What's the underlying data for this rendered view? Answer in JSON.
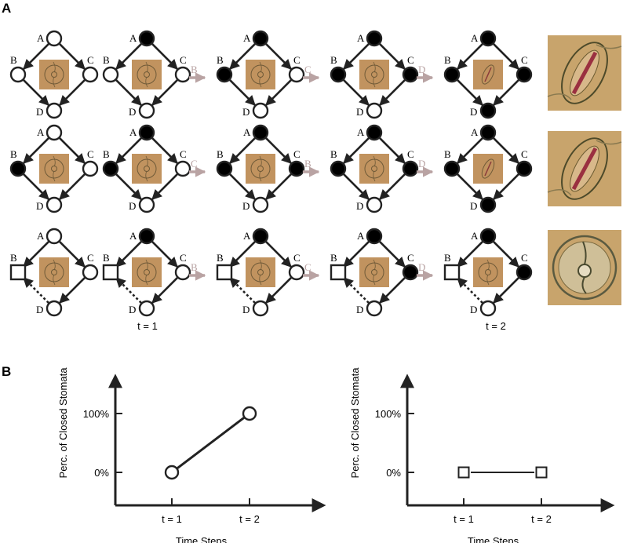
{
  "panels": {
    "a_label": "A",
    "b_label": "B"
  },
  "node_names": [
    "A",
    "B",
    "C",
    "D"
  ],
  "colors": {
    "line": "#222222",
    "arrow_transition": "#b9a3a3",
    "stoma_tile": "#c1935f",
    "stoma_dark": "#6f5a38",
    "photo_bg": "#c8a46c"
  },
  "rows": [
    {
      "b_node_shape": "circle",
      "dashed_b_edges": false,
      "final_stoma": "closed",
      "states": [
        {
          "A": "open",
          "B": "open",
          "C": "open",
          "D": "open"
        },
        {
          "A": "closed",
          "B": "open",
          "C": "open",
          "D": "open"
        },
        {
          "A": "closed",
          "B": "closed",
          "C": "open",
          "D": "open"
        },
        {
          "A": "closed",
          "B": "closed",
          "C": "closed",
          "D": "open"
        },
        {
          "A": "closed",
          "B": "closed",
          "C": "closed",
          "D": "closed"
        }
      ],
      "transitions": [
        "B",
        "C",
        "D"
      ]
    },
    {
      "b_node_shape": "circle",
      "dashed_b_edges": false,
      "final_stoma": "closed",
      "states": [
        {
          "A": "open",
          "B": "closed",
          "C": "open",
          "D": "open"
        },
        {
          "A": "closed",
          "B": "closed",
          "C": "open",
          "D": "open"
        },
        {
          "A": "closed",
          "B": "closed",
          "C": "closed",
          "D": "open"
        },
        {
          "A": "closed",
          "B": "closed",
          "C": "closed",
          "D": "open"
        },
        {
          "A": "closed",
          "B": "closed",
          "C": "closed",
          "D": "closed"
        }
      ],
      "transitions": [
        "C",
        "B",
        "D"
      ]
    },
    {
      "b_node_shape": "square",
      "dashed_b_edges": true,
      "final_stoma": "open",
      "states": [
        {
          "A": "open",
          "B": "open",
          "C": "open",
          "D": "open"
        },
        {
          "A": "closed",
          "B": "open",
          "C": "open",
          "D": "open"
        },
        {
          "A": "closed",
          "B": "open",
          "C": "open",
          "D": "open"
        },
        {
          "A": "closed",
          "B": "open",
          "C": "closed",
          "D": "open"
        },
        {
          "A": "closed",
          "B": "open",
          "C": "closed",
          "D": "open"
        }
      ],
      "transitions": [
        "B",
        "C",
        "D"
      ]
    }
  ],
  "time_labels": [
    "t = 1",
    "t = 2"
  ],
  "chart_data": [
    {
      "type": "line",
      "x": [
        "t = 1",
        "t = 2"
      ],
      "y_ticks": [
        "0%",
        "100%"
      ],
      "y": [
        0,
        100
      ],
      "marker": "circle",
      "xlabel": "Time Steps",
      "ylabel": "Perc. of Closed Stomata"
    },
    {
      "type": "line",
      "x": [
        "t = 1",
        "t = 2"
      ],
      "y_ticks": [
        "0%",
        "100%"
      ],
      "y": [
        0,
        0
      ],
      "marker": "square",
      "xlabel": "Time Steps",
      "ylabel": "Perc. of Closed Stomata"
    }
  ]
}
